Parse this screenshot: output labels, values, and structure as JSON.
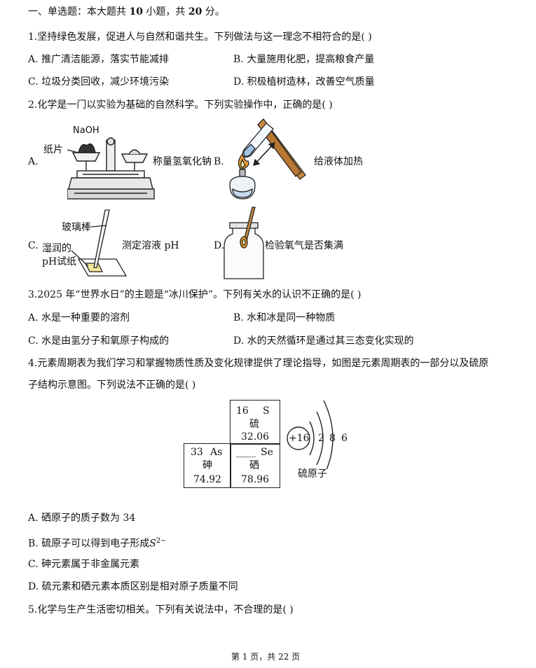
{
  "section": {
    "prefix": "一、单选题：本大题共 ",
    "count": "10",
    "mid": " 小题，共 ",
    "score": "20",
    "suffix": " 分。"
  },
  "q1": {
    "stem": "1.坚持绿色发展，促进人与自然和谐共生。下列做法与这一理念不相符合的是(    )",
    "a": "A. 推广清洁能源，落实节能减排",
    "b": "B. 大量施用化肥，提高粮食产量",
    "c": "C. 垃圾分类回收，减少环境污染",
    "d": "D. 积极植树造林，改善空气质量"
  },
  "q2": {
    "stem": "2.化学是一门以实验为基础的自然科学。下列实验操作中，正确的是(    )",
    "a_letter": "A.",
    "a_naoh": "NaOH",
    "a_paper": "纸片",
    "a_caption": "称量氢氧化钠",
    "b_letter": "B.",
    "b_caption": "给液体加热",
    "c_letter": "C.",
    "c_rod": "玻璃棒",
    "c_wet": "湿润的",
    "c_ph": "pH试纸",
    "c_caption": "测定溶液 pH",
    "d_letter": "D.",
    "d_caption": "检验氧气是否集满"
  },
  "q3": {
    "stem": "3.2025 年“世界水日”的主题是“冰川保护”。下列有关水的认识不正确的是(    )",
    "a": "A. 水是一种重要的溶剂",
    "b": "B. 水和冰是同一种物质",
    "c": "C. 水是由氢分子和氧原子构成的",
    "d": "D. 水的天然循环是通过其三态变化实现的"
  },
  "q4": {
    "stem1": "4.元素周期表为我们学习和掌握物质性质及变化规律提供了理论指导，如图是元素周期表的一部分以及硫原",
    "stem2": "子结构示意图。下列说法不正确的是(    )",
    "s_num": "16",
    "s_sym": "S",
    "s_name": "硫",
    "s_mass": "32.06",
    "as_num": "33",
    "as_sym": "As",
    "as_name": "砷",
    "as_mass": "74.92",
    "se_num": "____",
    "se_sym": "Se",
    "se_name": "硒",
    "se_mass": "78.96",
    "nucleus": "+16",
    "e1": "2",
    "e2": "8",
    "e3": "6",
    "atom_caption": "硫原子",
    "a": "A. 硒原子的质子数为 34",
    "b": "B. 硫原子可以得到电子形成",
    "b_ion": "S",
    "b_charge": "2−",
    "c": "C. 砷元素属于非金属元素",
    "d": "D. 硫元素和硒元素本质区别是相对原子质量不同"
  },
  "q5": {
    "stem": "5.化学与生产生活密切相关。下列有关说法中，不合理的是(    )"
  },
  "footer": {
    "text": "第 1 页，共 22 页"
  }
}
